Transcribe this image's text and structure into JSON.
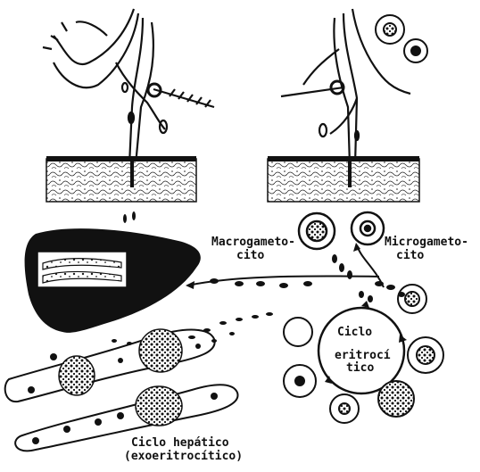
{
  "labels": {
    "macro_line1": "Macrogameto-",
    "macro_line2": "cito",
    "micro_line1": "Microgameto-",
    "micro_line2": "cito",
    "eritro_line1": "Ciclo",
    "eritro_line2": "eritrocí",
    "eritro_line3": "tico",
    "hepatic_line1": "Ciclo hepático",
    "hepatic_line2": "(exoeritrocítico)"
  },
  "colors": {
    "ink": "#111111",
    "paper": "#ffffff"
  }
}
